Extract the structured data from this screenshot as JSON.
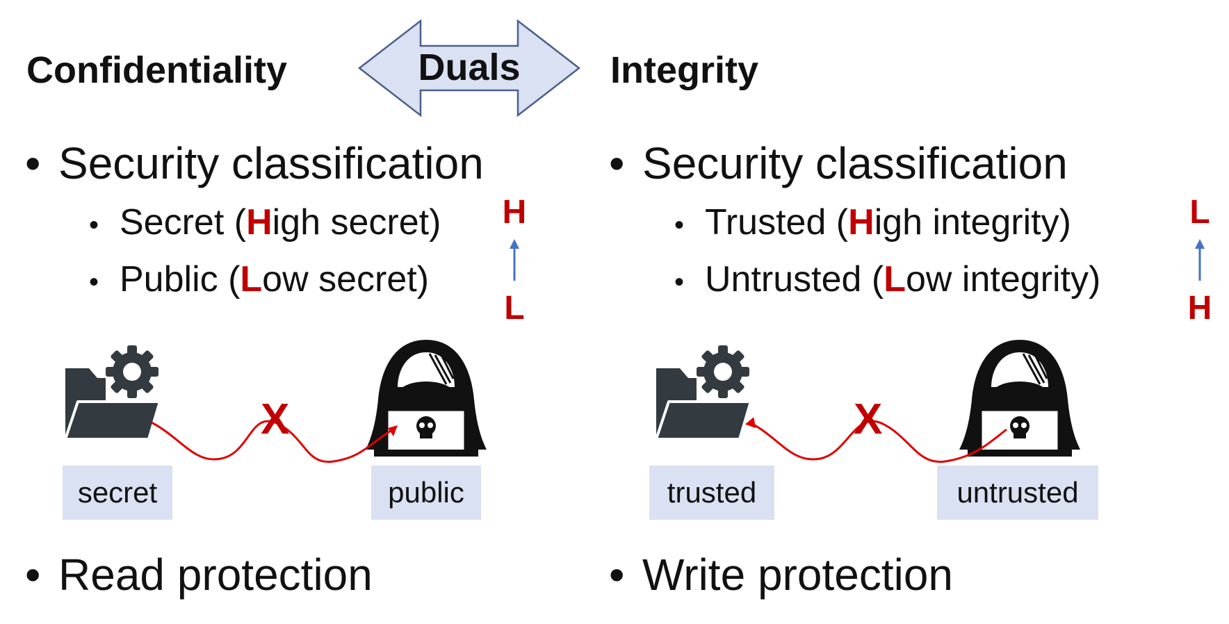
{
  "header": {
    "left_title": "Confidentiality",
    "center_label": "Duals",
    "right_title": "Integrity"
  },
  "left": {
    "bullet_classification": "Security classification",
    "item1": {
      "prefix": "Secret (",
      "letter": "H",
      "suffix": "igh secret)"
    },
    "item2": {
      "prefix": "Public (",
      "letter": "L",
      "suffix": "ow secret)"
    },
    "order_top": "H",
    "order_bottom": "L",
    "tag_from": "secret",
    "tag_to": "public",
    "bullet_protection": "Read protection"
  },
  "right": {
    "bullet_classification": "Security classification",
    "item1": {
      "prefix": "Trusted (",
      "letter": "H",
      "suffix": "igh integrity)"
    },
    "item2": {
      "prefix": "Untrusted (",
      "letter": "L",
      "suffix": "ow integrity)"
    },
    "order_top": "L",
    "order_bottom": "H",
    "tag_from": "trusted",
    "tag_to": "untrusted",
    "bullet_protection": "Write protection"
  },
  "glyphs": {
    "bullet": "•",
    "blocked": "X"
  },
  "colors": {
    "accent_red": "#c00000",
    "arrow_blue": "#4472c4",
    "tag_bg": "#d9e1f2",
    "flow_red": "#e00000"
  },
  "icons": [
    "folder-gear-icon",
    "hacker-laptop-icon"
  ]
}
